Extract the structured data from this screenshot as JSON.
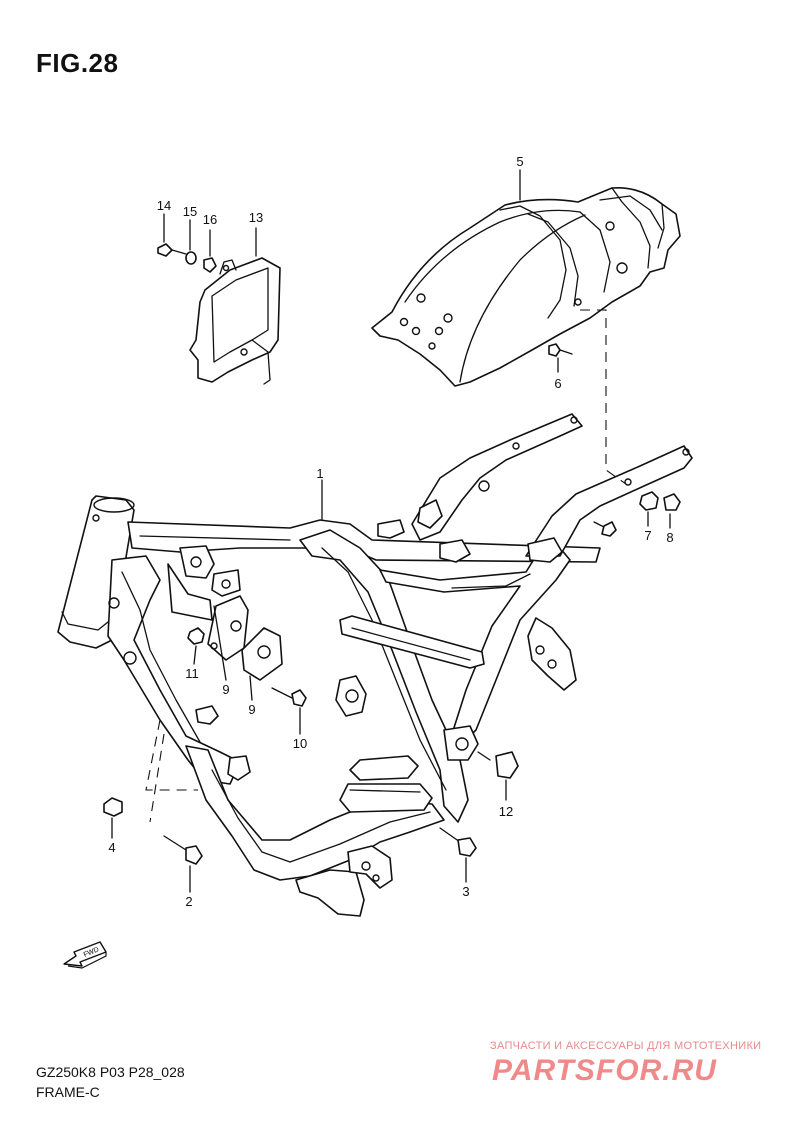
{
  "figure": {
    "title": "FIG.28"
  },
  "callouts": [
    {
      "id": "c1",
      "label": "1"
    },
    {
      "id": "c2",
      "label": "2"
    },
    {
      "id": "c3",
      "label": "3"
    },
    {
      "id": "c4",
      "label": "4"
    },
    {
      "id": "c5",
      "label": "5"
    },
    {
      "id": "c6",
      "label": "6"
    },
    {
      "id": "c7",
      "label": "7"
    },
    {
      "id": "c8",
      "label": "8"
    },
    {
      "id": "c9a",
      "label": "9"
    },
    {
      "id": "c9b",
      "label": "9"
    },
    {
      "id": "c10",
      "label": "10"
    },
    {
      "id": "c11",
      "label": "11"
    },
    {
      "id": "c12",
      "label": "12"
    },
    {
      "id": "c13",
      "label": "13"
    },
    {
      "id": "c14",
      "label": "14"
    },
    {
      "id": "c15",
      "label": "15"
    },
    {
      "id": "c16",
      "label": "16"
    }
  ],
  "fwd_label": "FWD",
  "footer": {
    "code": "GZ250K8 P03 P28_028",
    "name": "FRAME-C"
  },
  "watermark": {
    "tagline": "ЗАПЧАСТИ И АКСЕССУАРЫ ДЛЯ МОТОТЕХНИКИ",
    "logo": "PARTSFOR.RU",
    "color": "#f08a8a"
  }
}
